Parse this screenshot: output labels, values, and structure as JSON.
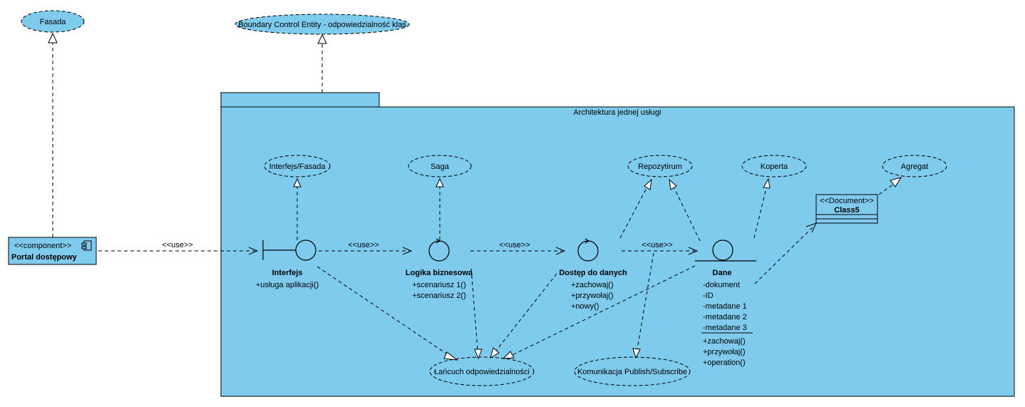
{
  "colors": {
    "fill": "#7fcbee",
    "stroke": "#000000"
  },
  "ellipses": {
    "fasada": "Fasada",
    "bce": "Boundary Control Entity - odpowiedzialność klas",
    "interfejs_fasada": "Interfejs/Fasada",
    "saga": "Saga",
    "repozytorium": "Repozytirum",
    "koperta": "Koperta",
    "agregat": "Agregat",
    "lancuch": "Łańcuch odpowiedzialności",
    "komunikacja": "Komunikacja Publish/Subscribe"
  },
  "package": {
    "title": "Architektura jednej usługi"
  },
  "component": {
    "stereotype": "<<component>>",
    "name": "Portal dostępowy",
    "icon": "component-icon"
  },
  "document_class": {
    "stereotype": "<<Document>>",
    "name": "Class5"
  },
  "boundary": {
    "name": "Interfejs",
    "ops": [
      "+usługa aplikacji()"
    ]
  },
  "control1": {
    "name": "Logika biznesowa",
    "ops": [
      "+scenariusz 1()",
      "+scenariusz 2()"
    ]
  },
  "control2": {
    "name": "Dostęp do danych",
    "ops": [
      "+zachowaj()",
      "+przywołaj()",
      "+nowy()"
    ]
  },
  "entity": {
    "name": "Dane",
    "attrs": [
      "-dokument",
      "-ID",
      "-metadane 1",
      "-metadane 2",
      "-metadane 3"
    ],
    "ops": [
      "+zachowaj()",
      "+przywołaj()",
      "+operation()"
    ]
  },
  "links": {
    "use1": "<<use>>",
    "use2": "<<use>>",
    "use3": "<<use>>",
    "use4": "<<use>>"
  }
}
